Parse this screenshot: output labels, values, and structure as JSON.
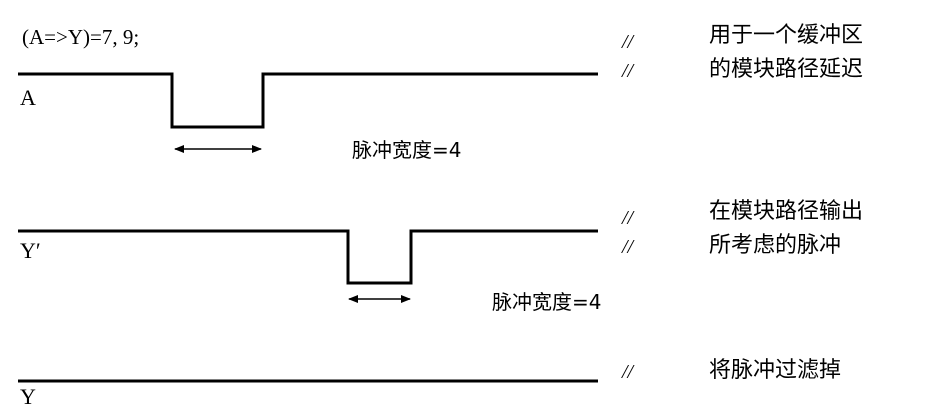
{
  "statement": "(A=>Y)=7, 9;",
  "signals": [
    {
      "id": "A",
      "label": "A"
    },
    {
      "id": "Y-prime",
      "label": "Y′"
    },
    {
      "id": "Y",
      "label": "Y"
    }
  ],
  "pulse_widths": {
    "input": "脉冲宽度=4",
    "output": "脉冲宽度=4"
  },
  "comment_markers": {
    "a1": "//",
    "a2": "//",
    "b1": "//",
    "b2": "//",
    "c1": "//"
  },
  "comments": {
    "a_line1": "用于一个缓冲区",
    "a_line2": "的模块路径延迟",
    "b_line1": "在模块路径输出",
    "b_line2": "所考虑的脉冲",
    "c_line1": "将脉冲过滤掉"
  }
}
